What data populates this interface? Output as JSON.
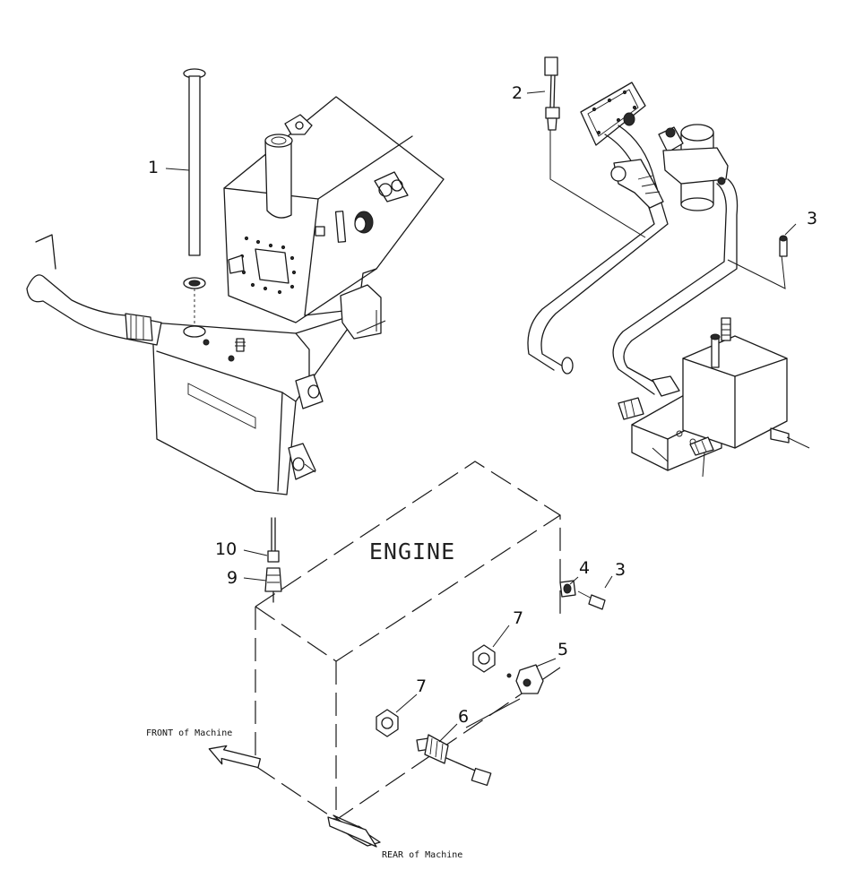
{
  "engine_label": "ENGINE",
  "front_label": "FRONT of Machine",
  "rear_label": "REAR of Machine",
  "callouts": {
    "c1": "1",
    "c2": "2",
    "c3_top": "3",
    "c3_mid": "3",
    "c4": "4",
    "c5": "5",
    "c6": "6",
    "c7_upper": "7",
    "c7_lower": "7",
    "c9": "9",
    "c10": "10"
  }
}
